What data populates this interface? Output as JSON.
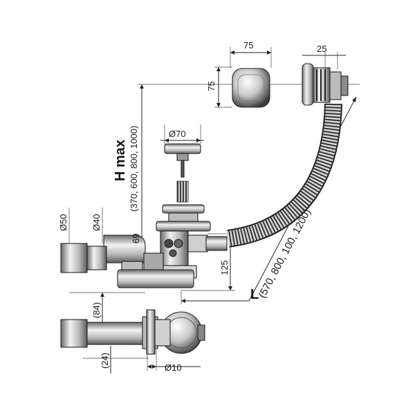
{
  "labels": {
    "w_top": "75",
    "h_top": "75",
    "w_overflow": "25",
    "d_plug": "Ø70",
    "h_max_title": "H max",
    "h_max_values": "(370, 600, 800, 1000)",
    "d_outer": "Ø50",
    "d_inner": "Ø40",
    "h_69": "69",
    "h_125": "125",
    "l_title": "L",
    "l_values": "(570, 800, 100, 1200)",
    "d_84": "(84)",
    "d_24": "(24)",
    "d_10": "Ø10"
  },
  "colors": {
    "line": "#222222",
    "metal_dark": "#4a4a4a",
    "metal_mid": "#9a9a9a",
    "metal_light": "#e6e6e6"
  }
}
